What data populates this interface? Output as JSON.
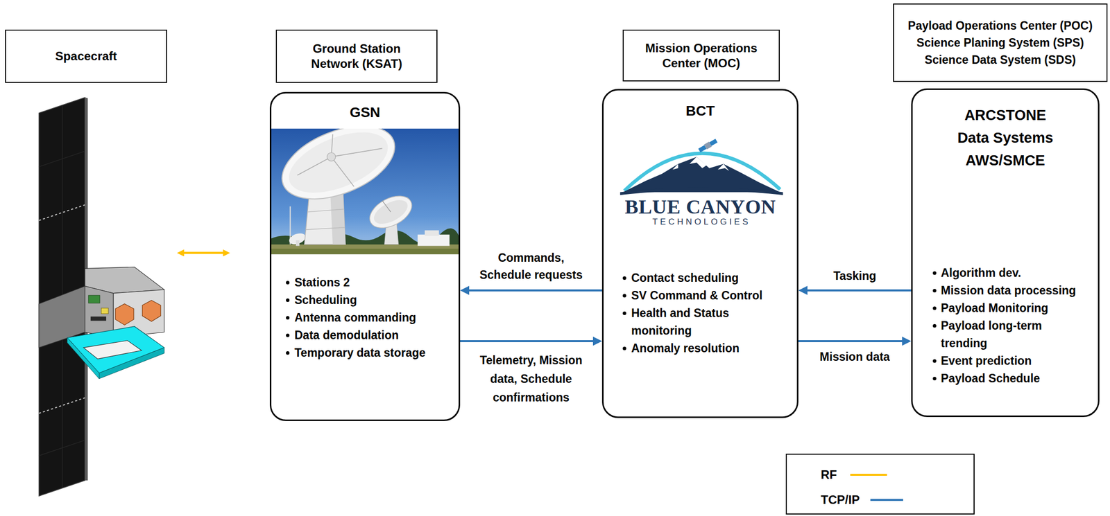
{
  "diagram": {
    "nodes": [
      {
        "text": [
          "Spacecraft"
        ]
      },
      {
        "text": [
          "Ground Station Network (KSAT)"
        ]
      },
      {
        "text": [
          "GSN",
          "Stations 2",
          "Scheduling",
          "Antenna commanding",
          "Data demodulation",
          "Temporary data storage"
        ]
      },
      {
        "text": [
          "Mission Operations Center (MOC)"
        ]
      },
      {
        "text": [
          "BCT",
          "BLUE CANYON",
          "TECHNOLOGIES",
          "Contact scheduling",
          "SV Command & Control",
          "Health and Status monitoring",
          "Anomaly resolution"
        ]
      },
      {
        "text": [
          "Payload Operations Center (POC)",
          "Science Planing System (SPS)",
          "Science Data System (SDS)"
        ]
      },
      {
        "text": [
          "ARCSTONE",
          "Data Systems",
          "AWS/SMCE",
          "Algorithm dev.",
          "Mission data processing",
          "Payload Monitoring",
          "Payload long-term trending",
          "Event prediction",
          "Payload Schedule"
        ]
      }
    ],
    "edges": [
      {
        "from": 4,
        "to": 2,
        "label": "Commands, Schedule requests",
        "arrow": "to"
      },
      {
        "from": 2,
        "to": 4,
        "label": "Telemetry, Mission data, Schedule confirmations",
        "arrow": "to"
      },
      {
        "from": 6,
        "to": 4,
        "label": "Tasking",
        "arrow": "to"
      },
      {
        "from": 4,
        "to": 6,
        "label": "Mission data",
        "arrow": "to"
      }
    ],
    "legend": [
      {
        "text": "RF"
      },
      {
        "text": "TCP/IP"
      }
    ]
  }
}
